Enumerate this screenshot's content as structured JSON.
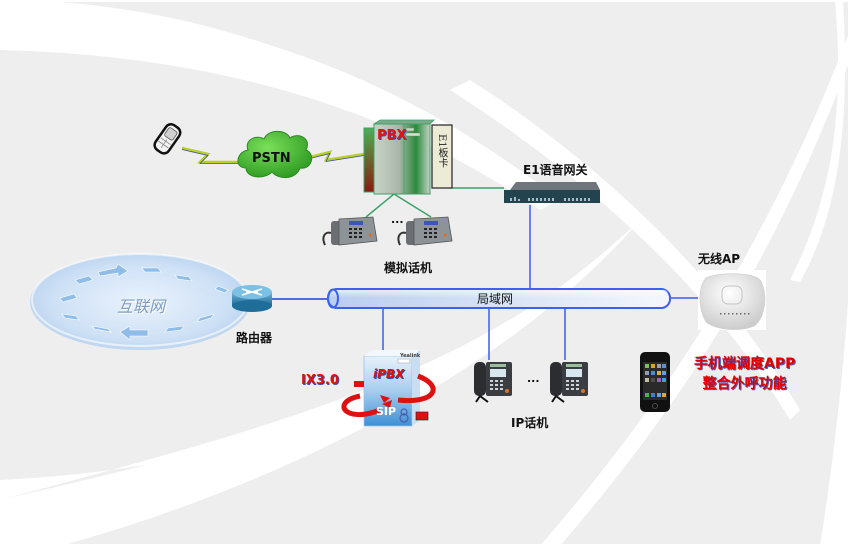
{
  "diagram": {
    "title": "",
    "nodes": {
      "mobile_phone": {
        "icon": "mobile-phone-icon"
      },
      "pstn": {
        "label": "PSTN",
        "icon": "cloud-icon"
      },
      "pbx": {
        "label": "PBX",
        "icon": "server-cabinet-icon"
      },
      "e1_card": {
        "label": "E1板卡",
        "icon": "card-icon"
      },
      "analog_phones": {
        "label": "模拟话机",
        "ellipsis": "...",
        "icon": "desk-phone-icon"
      },
      "e1_gateway": {
        "label": "E1语音网关",
        "icon": "gateway-switch-icon"
      },
      "internet": {
        "label": "互联网",
        "icon": "internet-ring-icon"
      },
      "router": {
        "label": "路由器",
        "icon": "router-icon"
      },
      "lan": {
        "label": "局域网",
        "icon": "lan-bus-icon"
      },
      "ipbx": {
        "label": "iPBX",
        "sub_label": "SIP",
        "version": "IX3.0",
        "brand": "Yealink",
        "icon": "ipbx-box-icon"
      },
      "ip_phones": {
        "label": "IP话机",
        "ellipsis": "...",
        "icon": "ip-phone-icon"
      },
      "wireless_ap": {
        "label": "无线AP",
        "icon": "wireless-ap-icon"
      },
      "smartphone": {
        "icon": "smartphone-icon"
      },
      "app_note": {
        "line1": "手机端调度APP",
        "line2": "整合外呼功能"
      }
    },
    "links": [
      {
        "from": "mobile_phone",
        "to": "pstn",
        "type": "wan"
      },
      {
        "from": "pstn",
        "to": "pbx",
        "type": "wan"
      },
      {
        "from": "pbx",
        "to": "analog_phones",
        "type": "analog"
      },
      {
        "from": "e1_card",
        "to": "e1_gateway",
        "type": "e1"
      },
      {
        "from": "e1_gateway",
        "to": "lan",
        "type": "ethernet"
      },
      {
        "from": "router",
        "to": "lan",
        "type": "ethernet"
      },
      {
        "from": "lan",
        "to": "ipbx",
        "type": "ethernet"
      },
      {
        "from": "lan",
        "to": "ip_phones",
        "type": "ethernet"
      },
      {
        "from": "lan",
        "to": "wireless_ap",
        "type": "ethernet"
      }
    ],
    "colors": {
      "background": "#eeeeee",
      "band": "#ffffff",
      "lan_line": "#3a5ee8",
      "analog_line": "#3aa36a",
      "pstn_cloud": "#3cb832",
      "accent_red": "#e00000"
    }
  }
}
